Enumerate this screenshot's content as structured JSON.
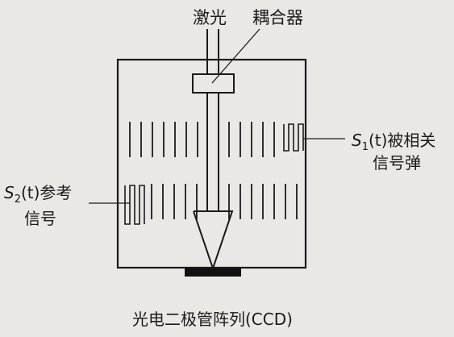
{
  "labels": {
    "laser": "激光",
    "coupler": "耦合器",
    "s1_prefix": "S",
    "s1_sub": "1",
    "s1_suffix": "(t)被相关",
    "s1_line2": "信号弹",
    "s2_prefix": "S",
    "s2_sub": "2",
    "s2_suffix": "(t)参考",
    "s2_line2": "信号",
    "ccd": "光电二极管阵列(CCD)"
  },
  "colors": {
    "line": "#1a1a1a",
    "background": "#e9e8e4"
  }
}
